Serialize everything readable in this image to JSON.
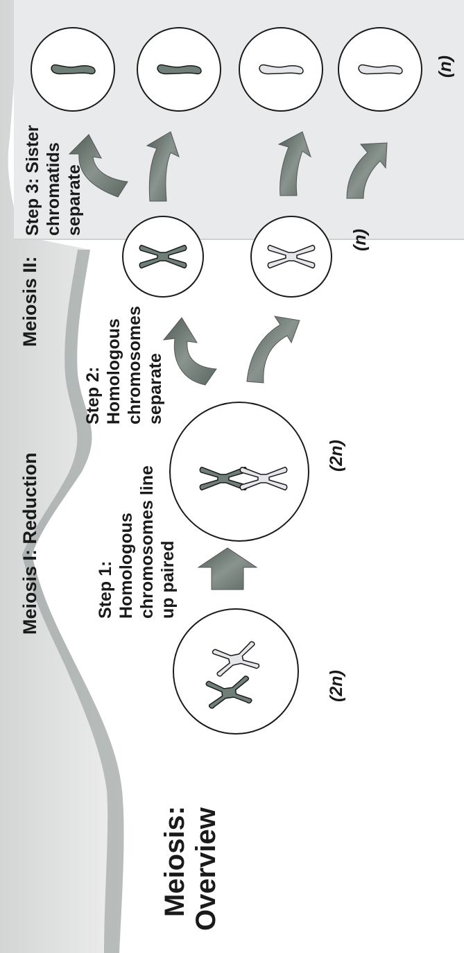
{
  "diagram": {
    "title": {
      "line1": "Meiosis:",
      "line2": "Overview"
    },
    "phases": {
      "meiosis1": "Meiosis I: Reduction",
      "meiosis2": "Meiosis II:"
    },
    "steps": {
      "step1": [
        "Step 1:",
        "Homologous",
        "chromosomes line",
        "up paired"
      ],
      "step2": [
        "Step 2:",
        "Homologous",
        "chromosomes",
        "separate"
      ],
      "step3": [
        "Step 3: Sister",
        "chromatids",
        "separate"
      ]
    },
    "ploidy": {
      "start_cell": "(2n)",
      "paired_cell": "(2n)",
      "meiosis1_products": "(n)",
      "gametes": "(n)"
    },
    "colors": {
      "dark_chromosome": "#6f7f78",
      "light_chromosome": "#e4e6ea",
      "arrow": "#6f7a74",
      "band": "#c9cbcb",
      "cell_fill": "#ffffff",
      "outline": "#1a1a1a"
    }
  }
}
